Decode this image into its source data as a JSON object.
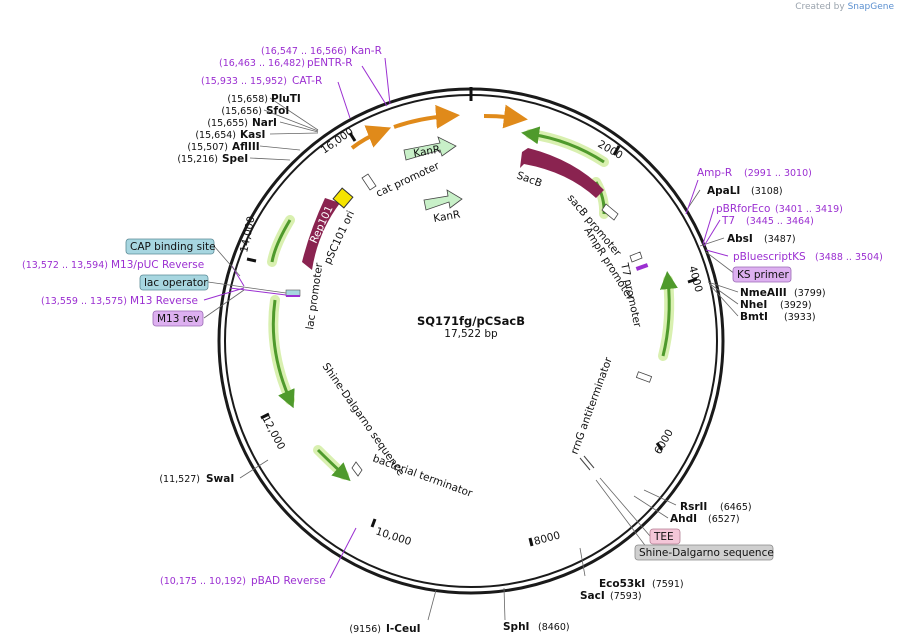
{
  "app": {
    "credit_prefix": "Created by",
    "credit_brand": "SnapGene"
  },
  "plasmid": {
    "name": "SQ171fg/pCSacB",
    "length": "17,522 bp"
  },
  "ticks": [
    "2000",
    "4000",
    "6000",
    "8000",
    "10,000",
    "12,000",
    "14,000",
    "16,000"
  ],
  "sites": [
    {
      "name": "PluTI",
      "pos": "(15,658)"
    },
    {
      "name": "SfoI",
      "pos": "(15,656)"
    },
    {
      "name": "NarI",
      "pos": "(15,655)"
    },
    {
      "name": "KasI",
      "pos": "(15,654)"
    },
    {
      "name": "AflIII",
      "pos": "(15,507)"
    },
    {
      "name": "SpeI",
      "pos": "(15,216)"
    },
    {
      "name": "ApaLI",
      "pos": "(3108)"
    },
    {
      "name": "AbsI",
      "pos": "(3487)"
    },
    {
      "name": "NmeAIII",
      "pos": "(3799)"
    },
    {
      "name": "NheI",
      "pos": "(3929)"
    },
    {
      "name": "BmtI",
      "pos": "(3933)"
    },
    {
      "name": "RsrII",
      "pos": "(6465)"
    },
    {
      "name": "AhdI",
      "pos": "(6527)"
    },
    {
      "name": "Eco53kI",
      "pos": "(7591)"
    },
    {
      "name": "SacI",
      "pos": "(7593)"
    },
    {
      "name": "SphI",
      "pos": "(8460)"
    },
    {
      "name": "I-CeuI",
      "pos": "(9156)"
    },
    {
      "name": "SwaI",
      "pos": "(11,527)"
    }
  ],
  "primers": [
    {
      "name": "Kan-R",
      "pos": "(16,547 .. 16,566)"
    },
    {
      "name": "pENTR-R",
      "pos": "(16,463 .. 16,482)"
    },
    {
      "name": "CAT-R",
      "pos": "(15,933 .. 15,952)"
    },
    {
      "name": "Amp-R",
      "pos": "(2991 .. 3010)"
    },
    {
      "name": "pBRforEco",
      "pos": "(3401 .. 3419)"
    },
    {
      "name": "T7",
      "pos": "(3445 .. 3464)"
    },
    {
      "name": "pBluescriptKS",
      "pos": "(3488 .. 3504)"
    },
    {
      "name": "M13/pUC Reverse",
      "pos": "(13,572 .. 13,594)"
    },
    {
      "name": "M13 Reverse",
      "pos": "(13,559 .. 13,575)"
    },
    {
      "name": "pBAD Reverse",
      "pos": "(10,175 .. 10,192)"
    }
  ],
  "tags": [
    "CAP binding site",
    "lac operator",
    "M13 rev",
    "KS primer",
    "TEE",
    "Shine-Dalgarno sequence"
  ],
  "features": {
    "cat_promoter": "cat promoter",
    "kanr_outer": "KanR",
    "kanr_inner": "KanR",
    "psc101_ori": "pSC101 ori",
    "rep101": "Rep101",
    "sacb": "SacB",
    "sacb_promoter": "sacB promoter",
    "ampr_promoter": "AmpR promoter",
    "t7_promoter": "T7 promoter",
    "lac_promoter": "lac promoter",
    "rrng": "rrnG antiterminator",
    "shine": "Shine-Dalgarno sequence",
    "bact_term": "bacterial terminator"
  },
  "colors": {
    "backbone": "#1a1a1a",
    "orf_green": "#4f9a2c",
    "orf_glow": "#d9f0b0",
    "kanr": "#c8f0c8",
    "sacb": "#8a2350",
    "rep101": "#8a2350",
    "ori": "#f5e400",
    "orange": "#e08a1a",
    "primer": "#9b2fd1",
    "tag_blue": "#a7d6e0",
    "tag_purple": "#ddb0f0",
    "tag_pink": "#f4c6d8",
    "tag_gray": "#cfcfcf"
  }
}
